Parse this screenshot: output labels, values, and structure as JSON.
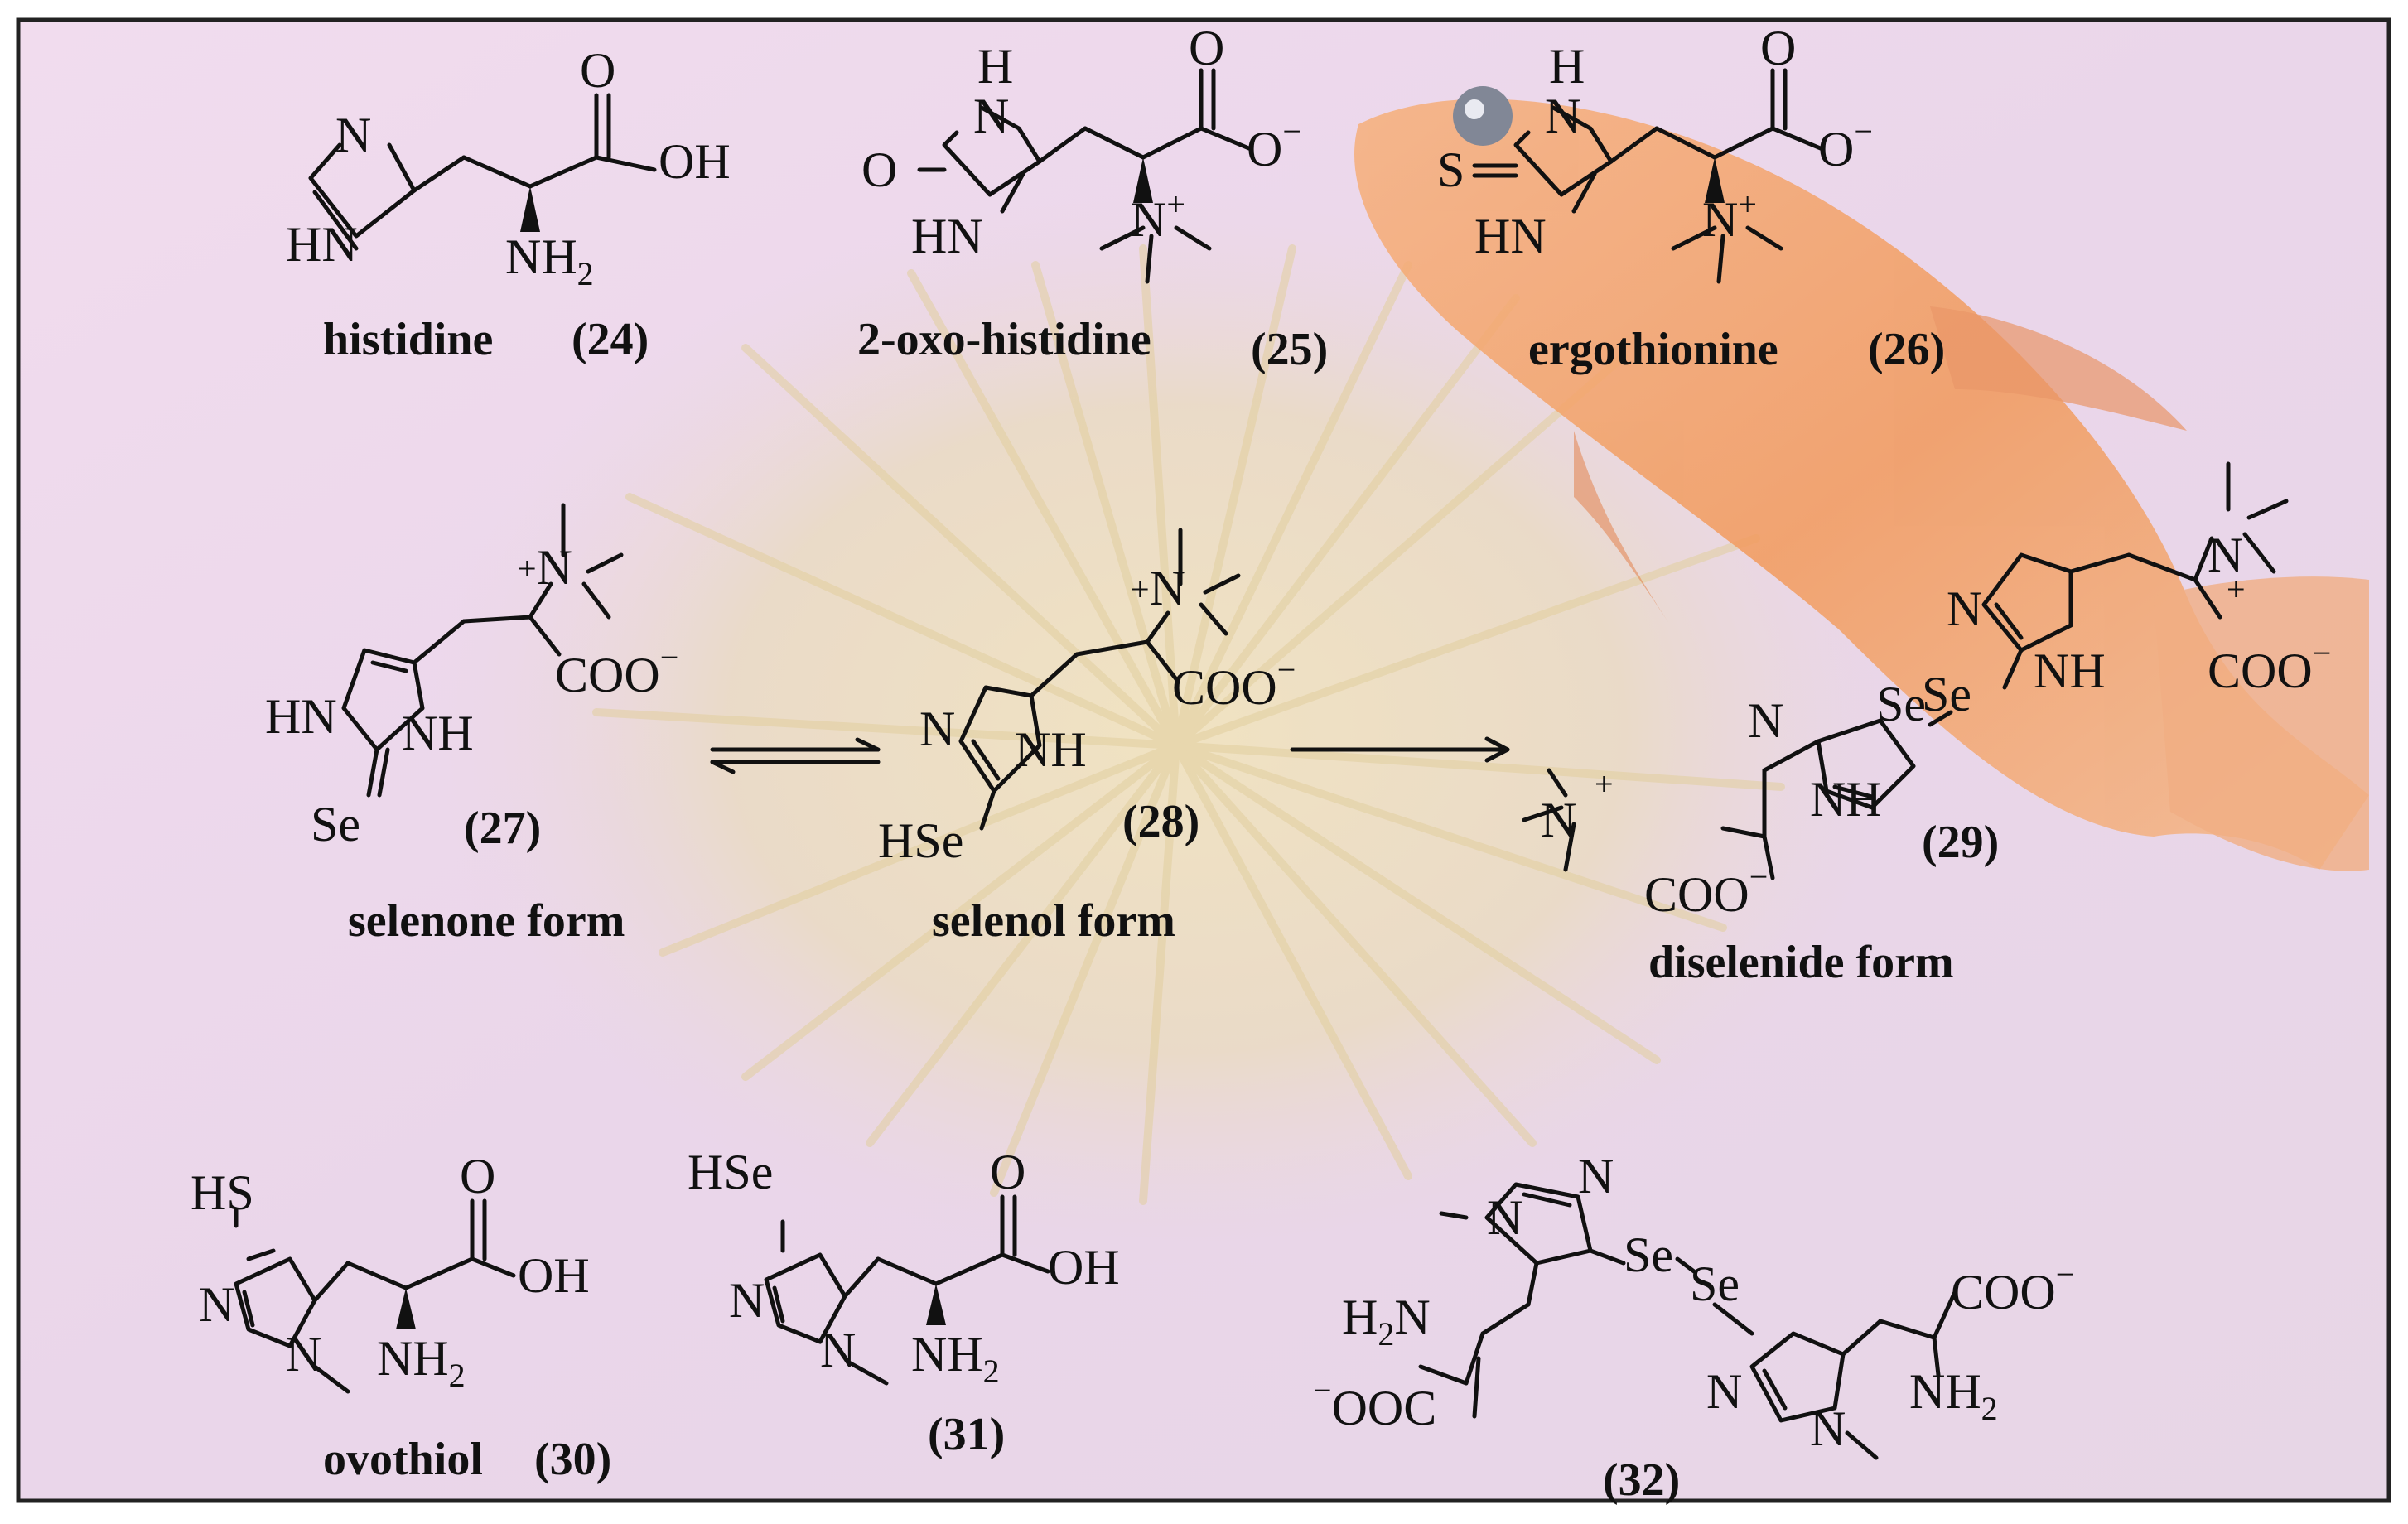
{
  "captions": {
    "c24": "histidine",
    "n24": "(24)",
    "c25": "2-oxo-histidine",
    "n25": "(25)",
    "c26": "ergothionine",
    "n26": "(26)",
    "n27": "(27)",
    "c27": "selenone form",
    "n28": "(28)",
    "c28": "selenol form",
    "n29": "(29)",
    "c29": "diselenide form",
    "c30": "ovothiol",
    "n30": "(30)",
    "n31": "(31)",
    "n32": "(32)"
  },
  "atoms": {
    "N": "N",
    "HN": "HN",
    "NH": "NH",
    "OH": "OH",
    "O": "O",
    "S": "S",
    "Se": "Se",
    "HS": "HS",
    "HSe": "HSe",
    "H": "H",
    "H2N": "H",
    "NH2": "NH",
    "two": "2",
    "COO": "COO",
    "OOC": "OOC",
    "minus": "−",
    "plus": "+"
  },
  "colors": {
    "background_pink": "#f0d7ec",
    "background_lavender": "#e3d3ea",
    "urchin": "#e9dcc0",
    "urchin_center": "#efe2b8",
    "fish": "#f2a46a",
    "fish_dark": "#e27b43",
    "frame": "#222222",
    "ink": "#111111"
  }
}
